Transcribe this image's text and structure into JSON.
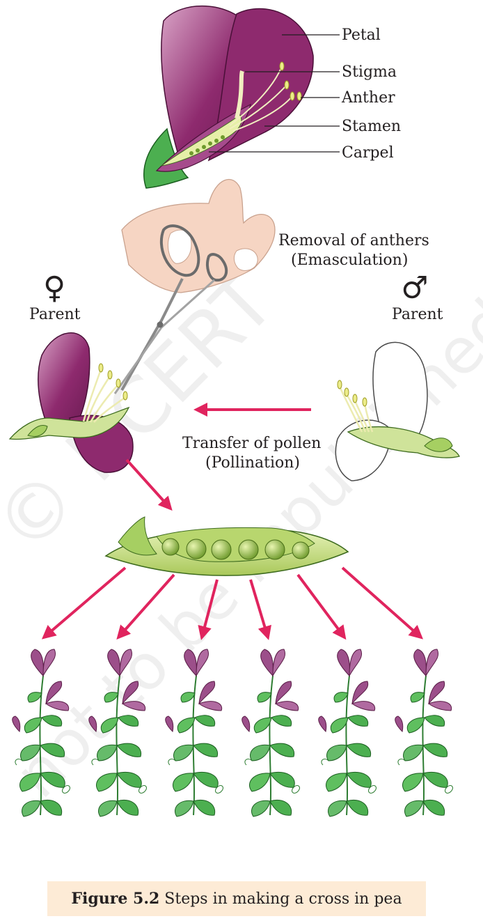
{
  "labels": {
    "petal": "Petal",
    "stigma": "Stigma",
    "anther": "Anther",
    "stamen": "Stamen",
    "carpel": "Carpel",
    "removal_line1": "Removal of anthers",
    "removal_line2": "(Emasculation)",
    "female_symbol": "♀",
    "female_parent": "Parent",
    "male_symbol": "♂",
    "male_parent": "Parent",
    "transfer_line1": "Transfer of pollen",
    "transfer_line2": "(Pollination)"
  },
  "watermark": {
    "line1": "© NCERT",
    "line2": "not to be republished"
  },
  "caption": {
    "number": "Figure 5.2",
    "text": "Steps in making a cross in pea"
  },
  "colors": {
    "petal_purple": "#8e2a6e",
    "petal_light": "#c27aa8",
    "leaf_green": "#4caf50",
    "pod_green": "#cfe39a",
    "arrow_red": "#e0245e"
  },
  "offspring_count": 6
}
